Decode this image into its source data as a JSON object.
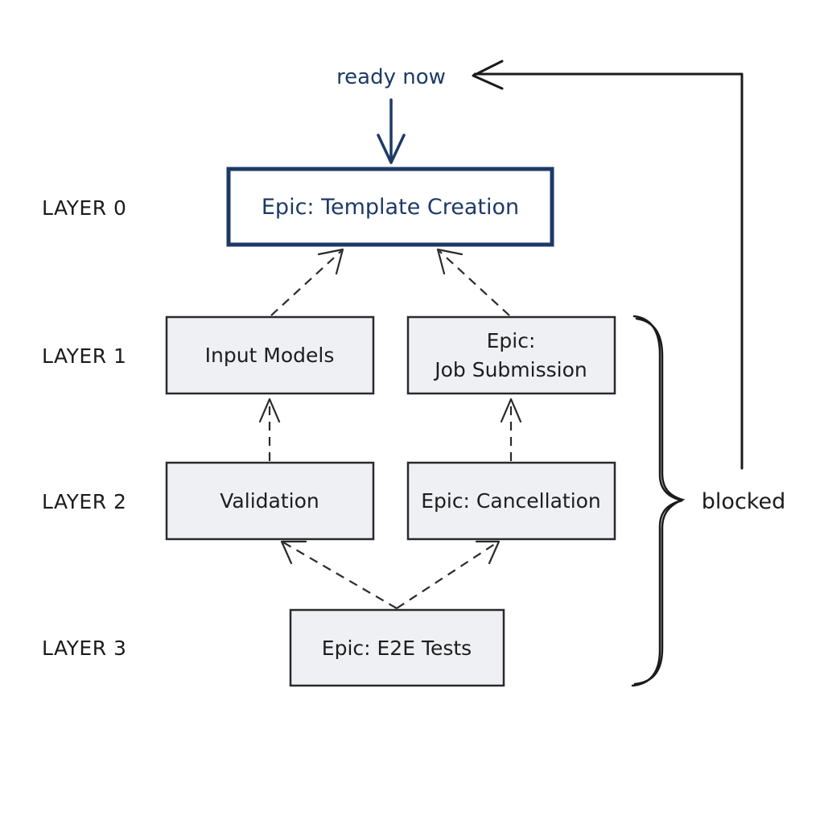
{
  "layers": [
    {
      "label": "LAYER 0"
    },
    {
      "label": "LAYER 1"
    },
    {
      "label": "LAYER 2"
    },
    {
      "label": "LAYER 3"
    }
  ],
  "nodes": {
    "template_creation": {
      "lines": [
        "Epic: Template Creation"
      ]
    },
    "input_models": {
      "lines": [
        "Input Models"
      ]
    },
    "job_submission": {
      "lines": [
        "Epic:",
        "Job Submission"
      ]
    },
    "validation": {
      "lines": [
        "Validation"
      ]
    },
    "cancellation": {
      "lines": [
        "Epic: Cancellation"
      ]
    },
    "e2e_tests": {
      "lines": [
        "Epic: E2E Tests"
      ]
    }
  },
  "annotations": {
    "ready": "ready now",
    "blocked": "blocked"
  },
  "colors": {
    "highlight": "#1d3a66",
    "box_fill": "#eef0f3",
    "ink": "#1b1b1b"
  }
}
